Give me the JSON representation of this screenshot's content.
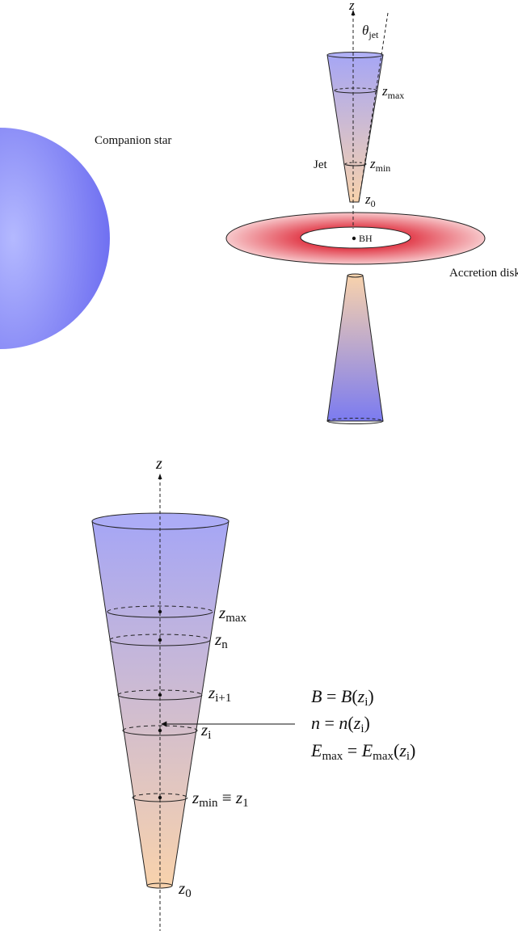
{
  "top": {
    "axis_z": "z",
    "theta_main": "θ",
    "theta_sub": "jet",
    "z_max_main": "z",
    "z_max_sub": "max",
    "z_min_main": "z",
    "z_min_sub": "min",
    "z0_main": "z",
    "z0_sub": "0",
    "jet": "Jet",
    "companion": "Companion star",
    "bh": "BH",
    "disk": "Accretion disk"
  },
  "bottom": {
    "axis_z": "z",
    "z_max_main": "z",
    "z_max_sub": "max",
    "zn_main": "z",
    "zn_sub": "n",
    "zi1_main": "z",
    "zi1_sub": "i+1",
    "zi_main": "z",
    "zi_sub": "i",
    "zmin_main": "z",
    "zmin_sub": "min",
    "equiv": " ≡ ",
    "z1_main": "z",
    "z1_sub": "1",
    "z0_main": "z",
    "z0_sub": "0",
    "eq_b": {
      "lhs": "B",
      "eq": " = ",
      "fn": "B",
      "open": "(",
      "arg": "z",
      "arg_sub": "i",
      "close": ")"
    },
    "eq_n": {
      "lhs": "n",
      "eq": " = ",
      "fn": "n",
      "open": "(",
      "arg": "z",
      "arg_sub": "i",
      "close": ")"
    },
    "eq_e": {
      "lhs": "E",
      "lhs_sub": "max",
      "eq": " = ",
      "fn": "E",
      "fn_sub": "max",
      "open": "(",
      "arg": "z",
      "arg_sub": "i",
      "close": ")"
    }
  },
  "colors": {
    "cone_top": "#a6a6f5",
    "cone_bottom": "#f8d2ac",
    "star_center": "#aab0ff",
    "star_edge": "#6f6ff2",
    "disk_inner": "#e23a48",
    "disk_outer": "#f7c5c8"
  }
}
